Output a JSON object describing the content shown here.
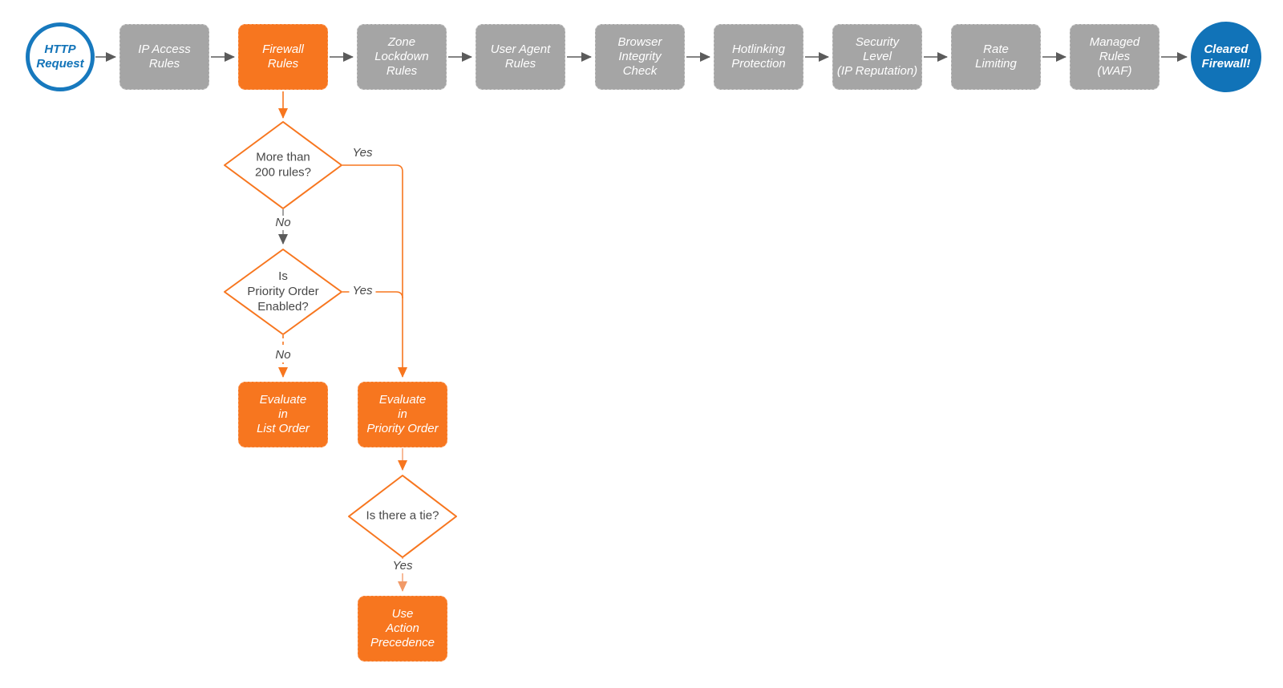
{
  "colors": {
    "accent_orange": "#F7761F",
    "light_orange_connector": "#F6A87F",
    "gray_node_fill": "#A5A5A5",
    "gray_connector": "#5B5B5B",
    "blue_accent": "#1173B8",
    "decision_text": "#474747",
    "node_text": "#FFFFFF"
  },
  "flowchart": {
    "start": "HTTP\nRequest",
    "pipeline": [
      "IP Access\nRules",
      "Firewall\nRules",
      "Zone\nLockdown\nRules",
      "User Agent\nRules",
      "Browser\nIntegrity\nCheck",
      "Hotlinking\nProtection",
      "Security\nLevel\n(IP Reputation)",
      "Rate\nLimiting",
      "Managed\nRules\n(WAF)"
    ],
    "end": "Cleared\nFirewall!",
    "decisions": {
      "rule_count": "More than\n200 rules?",
      "priority_enabled": "Is\nPriority Order\nEnabled?",
      "tie": "Is there a tie?"
    },
    "actions": {
      "list_order": "Evaluate\nin\nList Order",
      "priority_order": "Evaluate\nin\nPriority Order",
      "action_precedence": "Use\nAction\nPrecedence"
    },
    "labels": {
      "yes": "Yes",
      "no": "No"
    }
  }
}
